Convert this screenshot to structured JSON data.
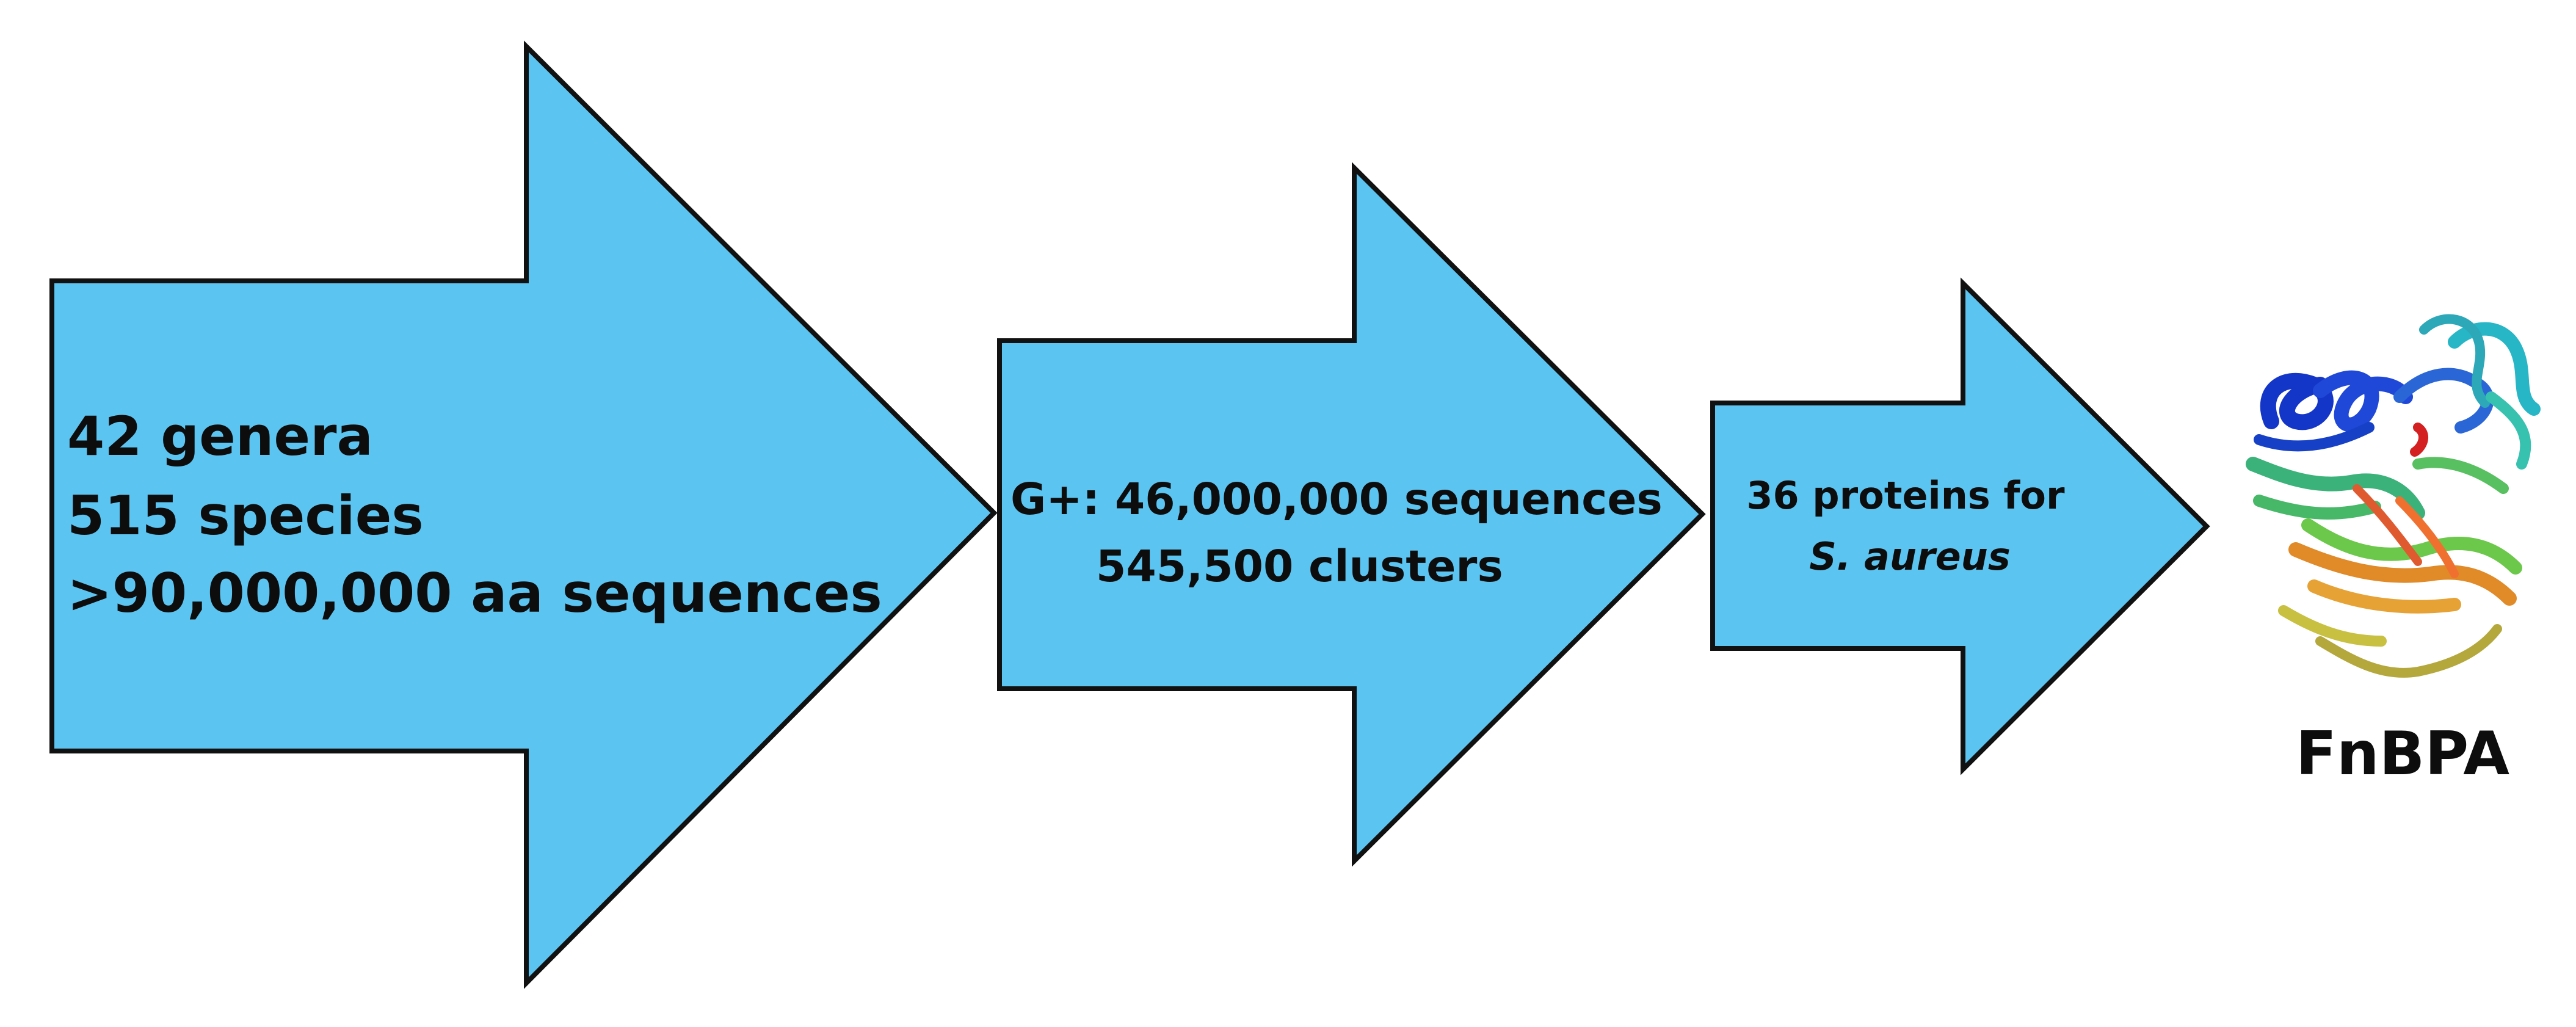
{
  "arrow1": {
    "lines": [
      "42 genera",
      "515 species",
      ">90,000,000 aa sequences"
    ]
  },
  "arrow2": {
    "lines": [
      "G+: 46,000,000 sequences",
      "545,500 clusters"
    ]
  },
  "arrow3": {
    "line1": "36 proteins for",
    "line2": "S. aureus"
  },
  "protein": {
    "label": "FnBPA",
    "icon": "protein-ribbon-structure"
  },
  "colors": {
    "arrow_fill": "#5bc4f1",
    "outline": "#111111",
    "text": "#0d0d0d"
  }
}
